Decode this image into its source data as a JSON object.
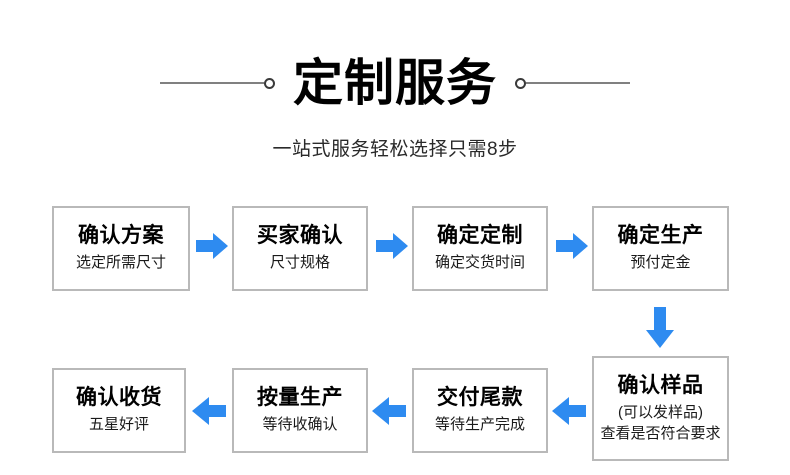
{
  "header": {
    "title": "定制服务",
    "subtitle": "一站式服务轻松选择只需8步",
    "rule_color": "#808080",
    "dot_color": "#3a3a3a"
  },
  "theme": {
    "background": "#ffffff",
    "box_border": "#b9b9b9",
    "arrow_blue": "#2e8bf0",
    "text": "#000000"
  },
  "flow": {
    "row1": [
      {
        "title": "确认方案",
        "sub": "选定所需尺寸",
        "sub2": ""
      },
      {
        "title": "买家确认",
        "sub": "尺寸规格",
        "sub2": ""
      },
      {
        "title": "确定定制",
        "sub": "确定交货时间",
        "sub2": ""
      },
      {
        "title": "确定生产",
        "sub": "预付定金",
        "sub2": ""
      }
    ],
    "row2": [
      {
        "title": "确认收货",
        "sub": "五星好评",
        "sub2": ""
      },
      {
        "title": "按量生产",
        "sub": "等待收确认",
        "sub2": ""
      },
      {
        "title": "交付尾款",
        "sub": "等待生产完成",
        "sub2": ""
      },
      {
        "title": "确认样品",
        "sub": "(可以发样品)",
        "sub2": "查看是否符合要求"
      }
    ],
    "arrows": {
      "row1_direction": "right",
      "row2_direction": "left",
      "connector_direction": "down",
      "row1_count": 3,
      "row2_count": 3,
      "connector_count": 1
    }
  }
}
